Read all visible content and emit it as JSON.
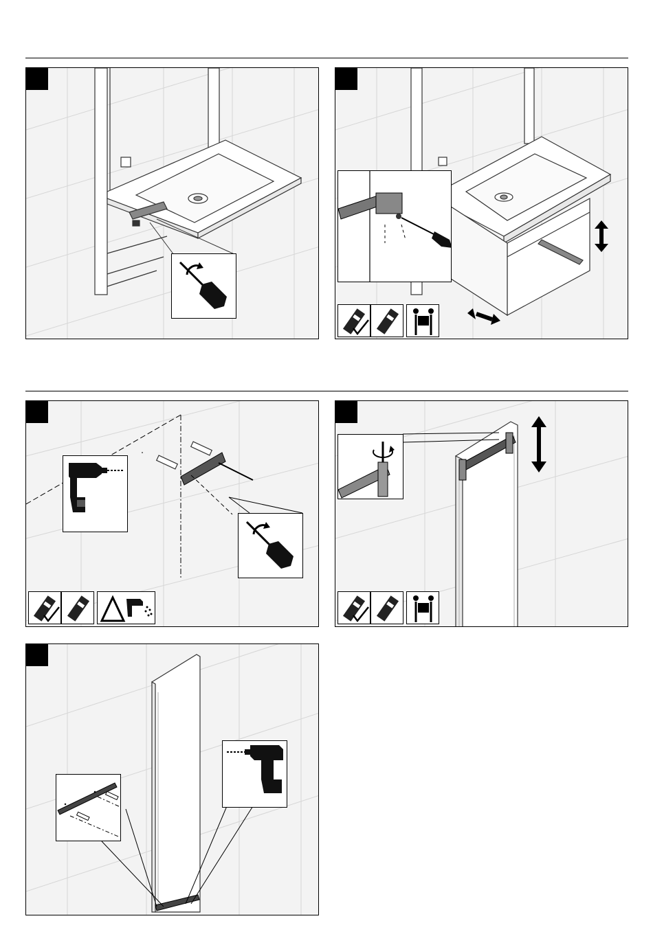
{
  "page": {
    "background": "#ffffff",
    "panel_background": "#f3f3f3",
    "line_color": "#000000"
  },
  "steps": [
    {
      "id": "step-1",
      "badge": "",
      "icons": [
        "screwdriver-icon"
      ]
    },
    {
      "id": "step-2",
      "badge": "",
      "icons": [
        "screwdriver-icon",
        "spirit-level-check-icon",
        "spirit-level-icon",
        "two-person-lift-icon",
        "double-arrow-icon"
      ]
    },
    {
      "id": "step-3",
      "badge": "",
      "icons": [
        "drill-icon",
        "screwdriver-icon",
        "spirit-level-check-icon",
        "spirit-level-icon",
        "drilling-dust-warning-icon"
      ]
    },
    {
      "id": "step-4",
      "badge": "",
      "icons": [
        "spirit-level-check-icon",
        "spirit-level-icon",
        "two-person-lift-icon",
        "double-arrow-icon"
      ]
    },
    {
      "id": "step-5",
      "badge": "",
      "icons": [
        "drill-icon"
      ]
    }
  ]
}
